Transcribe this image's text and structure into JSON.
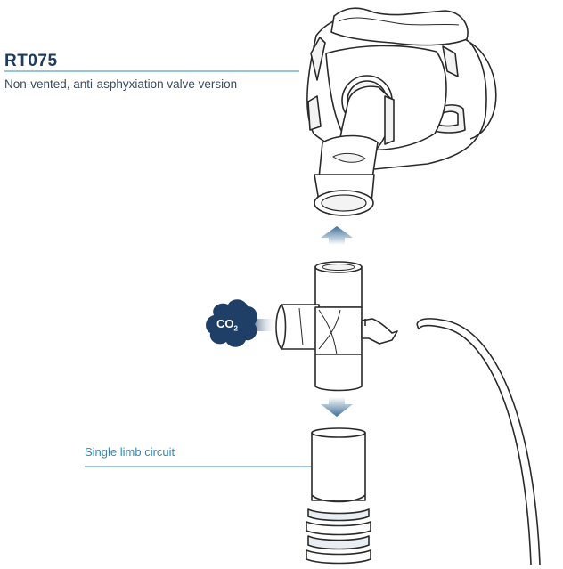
{
  "colors": {
    "accent": "#2b8cb8",
    "title": "#1e3a5f",
    "text": "#3b4b5c",
    "outline": "#2a2a2a",
    "co2_cloud": "#1f3f66",
    "arrow": "#3e6e98"
  },
  "labels": {
    "model_code": "RT075",
    "model_description": "Non-vented, anti-asphyxiation valve version",
    "circuit": "Single limb circuit",
    "co2_main": "CO",
    "co2_sub": "2"
  }
}
